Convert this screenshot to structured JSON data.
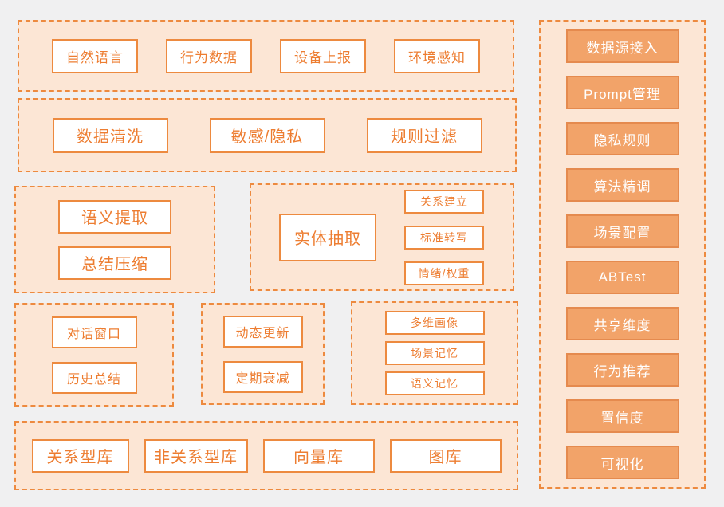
{
  "colors": {
    "page_bg": "#f0f0f1",
    "panel_bg": "#fce6d5",
    "panel_border": "#ed8a3f",
    "box_bg": "#ffffff",
    "box_border": "#ed8a3f",
    "box_text": "#ed7d31",
    "solid_bg": "#f2a369",
    "solid_border": "#e58a4e",
    "solid_text": "#ffffff"
  },
  "panels": {
    "sources": {
      "items": [
        "自然语言",
        "行为数据",
        "设备上报",
        "环境感知"
      ]
    },
    "cleaning": {
      "items": [
        "数据清洗",
        "敏感/隐私",
        "规则过滤"
      ]
    },
    "semantic": {
      "items": [
        "语义提取",
        "总结压缩"
      ]
    },
    "entity": {
      "main": "实体抽取",
      "items": [
        "关系建立",
        "标准转写",
        "情绪/权重"
      ]
    },
    "dialog": {
      "items": [
        "对话窗口",
        "历史总结"
      ]
    },
    "update": {
      "items": [
        "动态更新",
        "定期衰减"
      ]
    },
    "memory": {
      "items": [
        "多维画像",
        "场景记忆",
        "语义记忆"
      ]
    },
    "storage": {
      "items": [
        "关系型库",
        "非关系型库",
        "向量库",
        "图库"
      ]
    },
    "management": {
      "items": [
        "数据源接入",
        "Prompt管理",
        "隐私规则",
        "算法精调",
        "场景配置",
        "ABTest",
        "共享维度",
        "行为推荐",
        "置信度",
        "可视化"
      ]
    }
  }
}
